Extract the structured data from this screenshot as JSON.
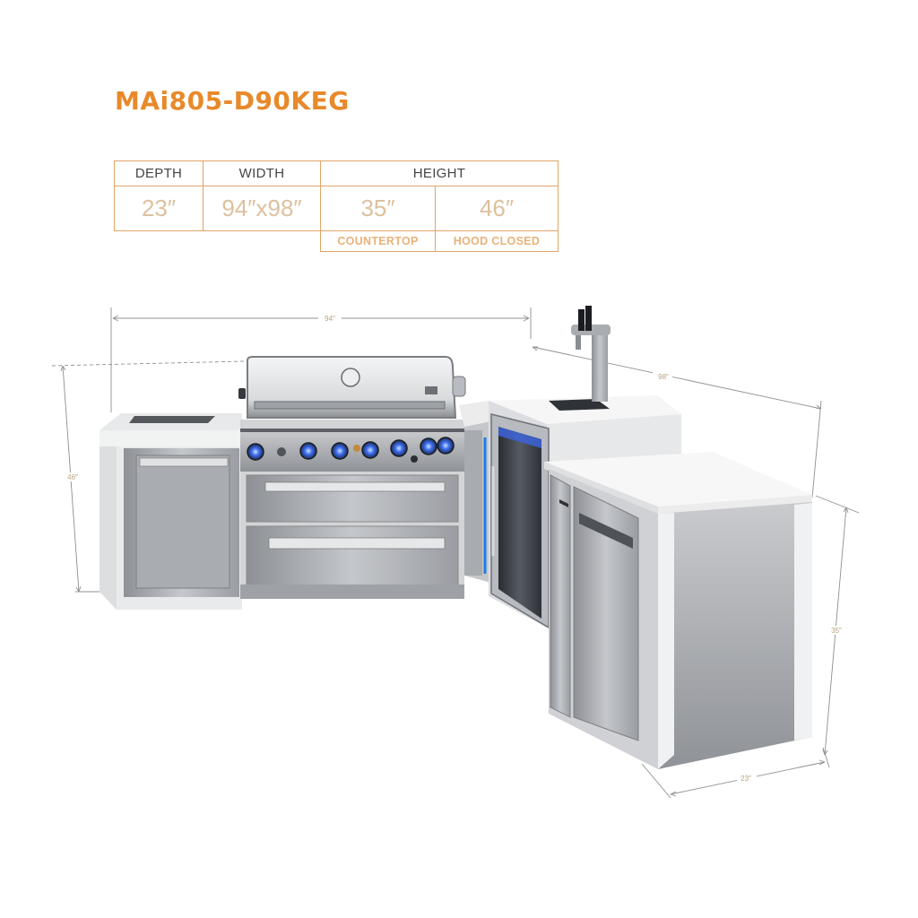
{
  "title": "MAi805-D90KEG",
  "colors": {
    "accent": "#e8892a",
    "border": "#e0a468",
    "value": "#ddc09e"
  },
  "spec_table": {
    "headers": {
      "depth": "DEPTH",
      "width": "WIDTH",
      "height": "HEIGHT"
    },
    "values": {
      "depth": "23″",
      "width": "94″x98″",
      "countertop": "35″",
      "hood_closed": "46″"
    },
    "sublabels": {
      "countertop": "COUNTERTOP",
      "hood_closed": "HOOD CLOSED"
    }
  },
  "dimensions": {
    "top_width": "94″",
    "side_width": "98″",
    "overall_height": "46″",
    "counter_height": "35″",
    "depth": "23″"
  }
}
